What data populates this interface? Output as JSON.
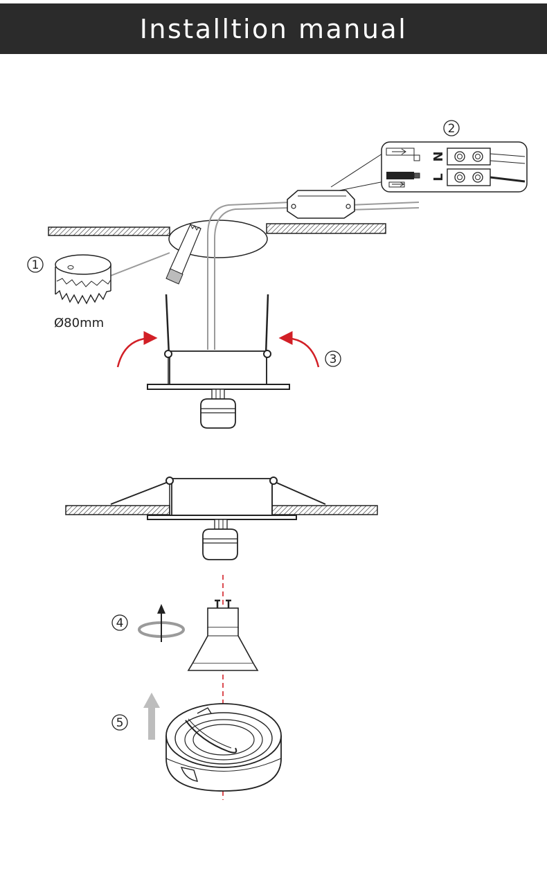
{
  "header": {
    "title": "Installtion manual"
  },
  "steps": [
    {
      "number": "1"
    },
    {
      "number": "2"
    },
    {
      "number": "3"
    },
    {
      "number": "4"
    },
    {
      "number": "5"
    }
  ],
  "hole_saw": {
    "diameter_label": "Ø80mm"
  },
  "terminal": {
    "labels": [
      "N",
      "L"
    ]
  },
  "colors": {
    "header_bg": "#2b2b2b",
    "arrow_red": "#d21f26",
    "axis_red": "#d21f26",
    "arrow_grey": "#bdbdbd",
    "line": "#1a1a1a"
  }
}
